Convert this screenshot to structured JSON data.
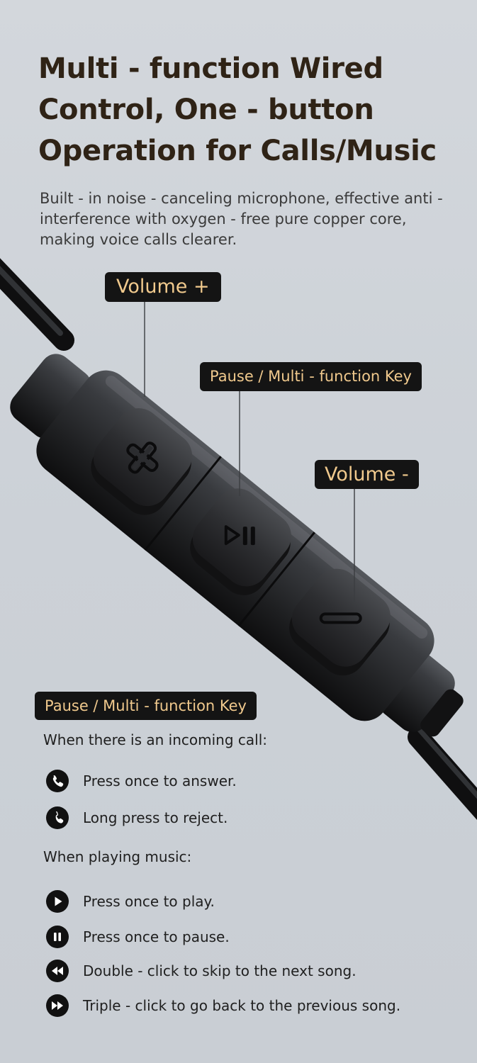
{
  "headline": {
    "title": "Multi - function Wired Control, One - button Operation for Calls/Music",
    "description": "Built - in noise - canceling microphone, effective anti - interference with oxygen - free pure copper core, making voice calls clearer."
  },
  "callouts": {
    "volume_up": "Volume +",
    "pause_key": "Pause / Multi - function Key",
    "volume_down": "Volume -"
  },
  "instructions": {
    "section_label": "Pause / Multi - function Key",
    "calls": {
      "heading": "When there is an incoming call:",
      "items": [
        {
          "icon": "phone-answer-icon",
          "text": "Press once to answer."
        },
        {
          "icon": "phone-reject-icon",
          "text": "Long press to reject."
        }
      ]
    },
    "music": {
      "heading": "When playing music:",
      "items": [
        {
          "icon": "play-icon",
          "text": "Press once to play."
        },
        {
          "icon": "pause-icon",
          "text": "Press once to pause."
        },
        {
          "icon": "skip-next-icon",
          "text": "Double - click to skip to the next song."
        },
        {
          "icon": "skip-previous-icon",
          "text": "Triple - click to go back to the previous song."
        }
      ]
    }
  },
  "colors": {
    "background": "#cfd3d8",
    "title": "#2f2316",
    "callout_bg": "#141414",
    "callout_text": "#f0c98d"
  }
}
